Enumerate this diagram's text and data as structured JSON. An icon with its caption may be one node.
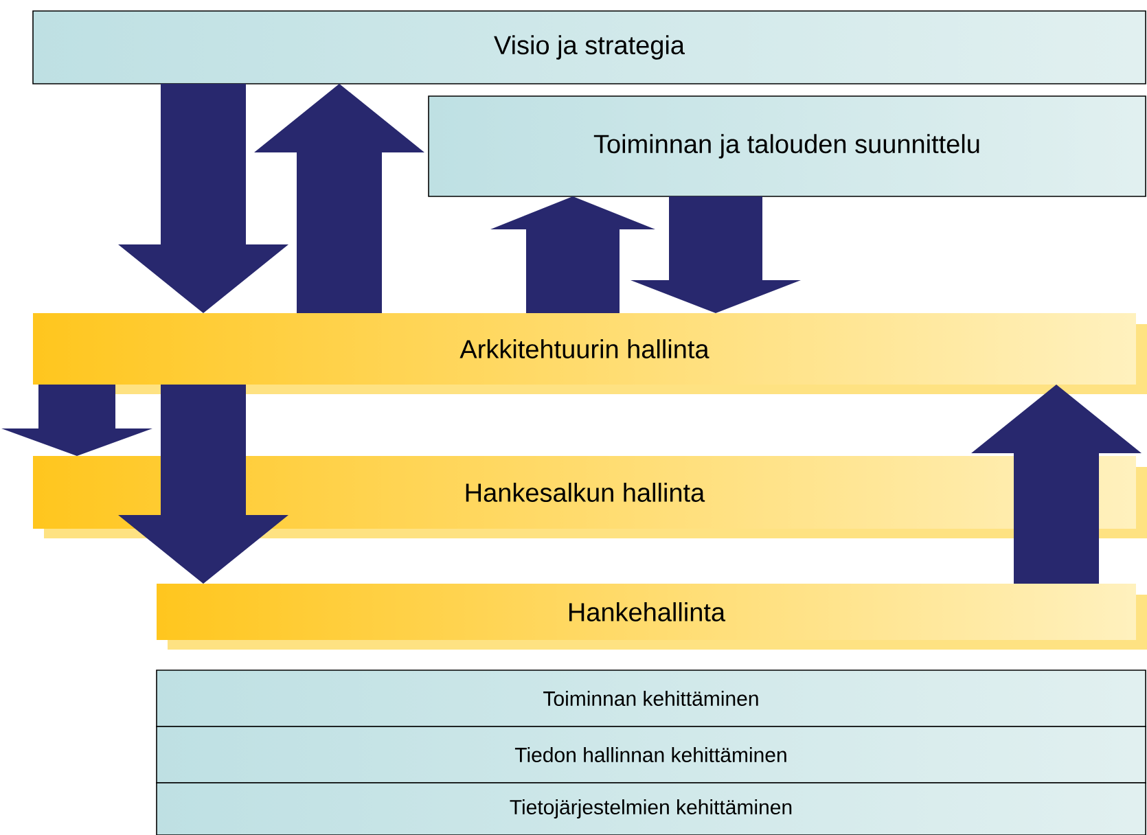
{
  "diagram": {
    "nodes": [
      {
        "text": [
          "Visio ja strategia"
        ]
      },
      {
        "text": [
          "Toiminnan ja talouden suunnittelu"
        ]
      },
      {
        "text": [
          "Arkkitehtuurin hallinta"
        ]
      },
      {
        "text": [
          "Hankesalkun hallinta"
        ]
      },
      {
        "text": [
          "Hankehallinta"
        ]
      },
      {
        "text": [
          "Toiminnan kehittäminen"
        ]
      },
      {
        "text": [
          "Tiedon hallinnan kehittäminen"
        ]
      },
      {
        "text": [
          "Tietojärjestelmien kehittäminen"
        ]
      }
    ],
    "edges": [
      {
        "from": 0,
        "to": 2,
        "arrow": "to"
      },
      {
        "from": 2,
        "to": 0,
        "arrow": "to"
      },
      {
        "from": 2,
        "to": 1,
        "arrow": "to"
      },
      {
        "from": 1,
        "to": 2,
        "arrow": "to"
      },
      {
        "from": 2,
        "to": 3,
        "arrow": "to"
      },
      {
        "from": 2,
        "to": 4,
        "arrow": "to"
      },
      {
        "from": 4,
        "to": 2,
        "arrow": "to"
      }
    ]
  }
}
